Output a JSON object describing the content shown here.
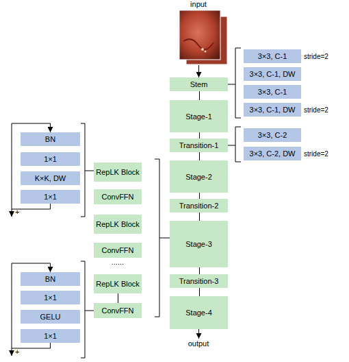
{
  "diagram": {
    "nodes": [
      {
        "text": [
          "Stem"
        ]
      },
      {
        "text": [
          "Stage-1"
        ]
      },
      {
        "text": [
          "Transition-1"
        ]
      },
      {
        "text": [
          "Stage-2"
        ]
      },
      {
        "text": [
          "Transition-2"
        ]
      },
      {
        "text": [
          "Stage-3"
        ]
      },
      {
        "text": [
          "Transition-3"
        ]
      },
      {
        "text": [
          "Stage-4"
        ]
      },
      {
        "text": [
          "3×3, C-1"
        ]
      },
      {
        "text": [
          "3×3, C-1, DW"
        ]
      },
      {
        "text": [
          "3×3, C-1"
        ]
      },
      {
        "text": [
          "3×3, C-1, DW"
        ]
      },
      {
        "text": [
          "3×3, C-2"
        ]
      },
      {
        "text": [
          "3×3, C-2, DW"
        ]
      },
      {
        "text": [
          "RepLK Block"
        ]
      },
      {
        "text": [
          "ConvFFN"
        ]
      },
      {
        "text": [
          "RepLK Block"
        ]
      },
      {
        "text": [
          "ConvFFN"
        ]
      },
      {
        "text": [
          "RepLK Block"
        ]
      },
      {
        "text": [
          "ConvFFN"
        ]
      },
      {
        "text": [
          "BN"
        ]
      },
      {
        "text": [
          "1×1"
        ]
      },
      {
        "text": [
          "K×K, DW"
        ]
      },
      {
        "text": [
          "1×1"
        ]
      },
      {
        "text": [
          "BN"
        ]
      },
      {
        "text": [
          "1×1"
        ]
      },
      {
        "text": [
          "GELU"
        ]
      },
      {
        "text": [
          "1×1"
        ]
      }
    ],
    "edges": [
      {
        "from": 0,
        "to": 1,
        "arrow": "none"
      },
      {
        "from": 1,
        "to": 2,
        "arrow": "none"
      },
      {
        "from": 2,
        "to": 3,
        "arrow": "none"
      },
      {
        "from": 3,
        "to": 4,
        "arrow": "none"
      },
      {
        "from": 4,
        "to": 5,
        "arrow": "none"
      },
      {
        "from": 5,
        "to": 6,
        "arrow": "none"
      },
      {
        "from": 6,
        "to": 7,
        "arrow": "none"
      },
      {
        "from": 18,
        "to": 19,
        "arrow": "none"
      }
    ],
    "labels": [
      "input",
      "stride=2",
      "stride=2",
      "stride=2",
      "......",
      "+",
      "+",
      "output"
    ]
  }
}
